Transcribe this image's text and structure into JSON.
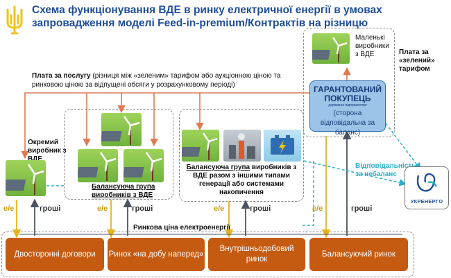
{
  "title": "Схема функціонування ВДЕ в ринку електричної енергії в умовах запровадження моделі Feed-in-premium/Контрактів на різницю",
  "payment_service": {
    "bold": "Плата за послугу",
    "rest": "(різниця між «зеленим» тарифом або аукціонною ціною та ринковою ціною за відпущені обсяги у розрахунковому періоді)"
  },
  "small_producers": "Маленькі виробники з ВДЕ",
  "green_tariff_payment": "Плата за «зелений» тарифом",
  "guaranteed_buyer": {
    "name": "ГАРАНТОВАНИЙ ПОКУПЕЦЬ",
    "subtitle": "державне підприємство",
    "role": "(сторона відповідальна за баланс)"
  },
  "separate_producer": "Окремий виробник з ВДЕ",
  "balancing_group": "Балансуюча група виробників з ВДЕ",
  "balancing_group_mixed": {
    "bold": "Балансуюча група",
    "rest": "виробників з ВДЕ разом з іншими типами генерації або системами накопичення"
  },
  "responsibility": "Відповідальність за небаланс",
  "ukrenergo": "УКРЕНЕРГО",
  "flow": {
    "ee": "е/е",
    "money": "гроші"
  },
  "market_price": "Ринкова ціна електроенергії",
  "markets": [
    "Двосторонні договори",
    "Ринок «на добу наперед»",
    "Внутрішньодобовий ринок",
    "Балансуючий ринок"
  ],
  "colors": {
    "accent_blue": "#1f4e9c",
    "market_orange": "#c55a11",
    "arrow_red": "#e07a52",
    "ee_gold": "#e3b520",
    "teal": "#2ab0c8"
  }
}
